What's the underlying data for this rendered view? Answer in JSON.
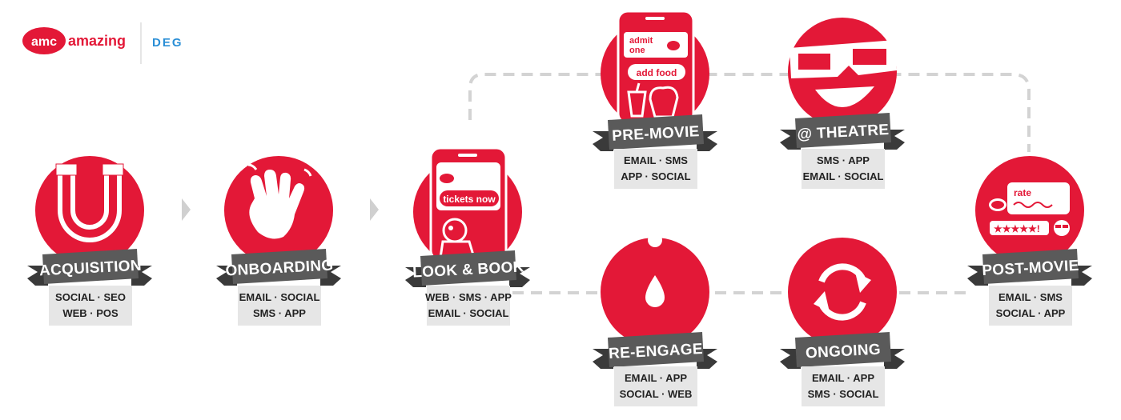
{
  "brand": {
    "logo_mark": "amc",
    "tagline": "amazing",
    "partner_logo": "DEG"
  },
  "colors": {
    "red": "#e31837",
    "ribbon": "#5a5a5a",
    "ribbon_dark": "#3a3a3a",
    "channel_box": "#e6e6e6",
    "connector": "#d3d3d3"
  },
  "stages": {
    "acquisition": {
      "title": "ACQUISITION",
      "channels_line1": "SOCIAL · SEO",
      "channels_line2": "WEB · POS",
      "icon": "magnet-icon"
    },
    "onboarding": {
      "title": "ONBOARDING",
      "channels_line1": "EMAIL · SOCIAL",
      "channels_line2": "SMS · APP",
      "icon": "waving-hand-icon"
    },
    "look_book": {
      "title": "LOOK & BOOK",
      "channels_line1": "WEB · SMS · APP",
      "channels_line2": "EMAIL · SOCIAL",
      "icon": "phone-tickets-icon",
      "phone_button": "tickets now"
    },
    "pre_movie": {
      "title": "PRE-MOVIE",
      "channels_line1": "EMAIL · SMS",
      "channels_line2": "APP · SOCIAL",
      "icon": "phone-ticket-icon",
      "ticket_text_1": "admit",
      "ticket_text_2": "one",
      "phone_button": "add food"
    },
    "theatre": {
      "title": "@ THEATRE",
      "channels_line1": "SMS · APP",
      "channels_line2": "EMAIL · SOCIAL",
      "icon": "3d-glasses-face-icon"
    },
    "post_movie": {
      "title": "POST-MOVIE",
      "channels_line1": "EMAIL · SMS",
      "channels_line2": "SOCIAL · APP",
      "icon": "rating-chat-icon",
      "bubble_text": "rate",
      "rating_text": "★★★★★!"
    },
    "re_engage": {
      "title": "RE-ENGAGE",
      "channels_line1": "EMAIL · APP",
      "channels_line2": "SOCIAL · WEB",
      "icon": "drop-icon"
    },
    "ongoing": {
      "title": "ONGOING",
      "channels_line1": "EMAIL · APP",
      "channels_line2": "SMS · SOCIAL",
      "icon": "refresh-cycle-icon"
    }
  }
}
